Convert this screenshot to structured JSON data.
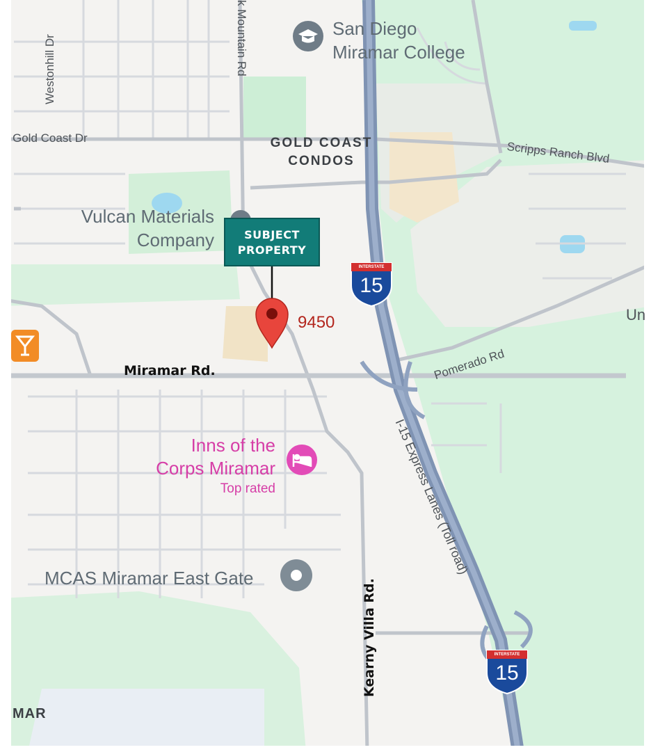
{
  "map": {
    "callout": {
      "line1": "SUBJECT",
      "line2": "PROPERTY"
    },
    "pin_number": "9450",
    "pois": {
      "college": {
        "line1": "San Diego",
        "line2": "Miramar College",
        "icon": "graduation-cap-icon"
      },
      "vulcan": {
        "line1": "Vulcan Materials",
        "line2": "Company"
      },
      "inns": {
        "line1": "Inns of the",
        "line2": "Corps Miramar",
        "rating": "Top rated",
        "icon": "hotel-bed-icon"
      },
      "mcas": {
        "name": "MCAS Miramar East Gate",
        "icon": "location-dot-icon"
      }
    },
    "areas": {
      "gold_coast": {
        "line1": "GOLD COAST",
        "line2": "CONDOS"
      },
      "mar": "MAR"
    },
    "streets": {
      "westonhill": "Westonhill Dr",
      "black_mountain": "k Mountain Rd",
      "gold_coast_dr": "Gold Coast Dr",
      "scripps": "Scripps Ranch Blvd",
      "pomerado": "Pomerado Rd",
      "express": "I-15 Express Lanes (Toll road)",
      "un": "Un"
    },
    "highlighted_roads": {
      "miramar": "Miramar Rd.",
      "kearny": "Kearny Villa Rd."
    },
    "shields": {
      "top": {
        "label": "INTERSTATE",
        "number": "15"
      },
      "bottom": {
        "label": "INTERSTATE",
        "number": "15"
      }
    },
    "colors": {
      "land": "#f4f3f1",
      "park": "#d4f2dc",
      "water": "#9ed8f0",
      "freeway": "#8c9ebd",
      "callout": "#127c78",
      "pin": "#e8453c",
      "pin_text": "#b3261e",
      "poi_pink": "#d63ea7",
      "poi_gray": "#6f7c87"
    }
  }
}
